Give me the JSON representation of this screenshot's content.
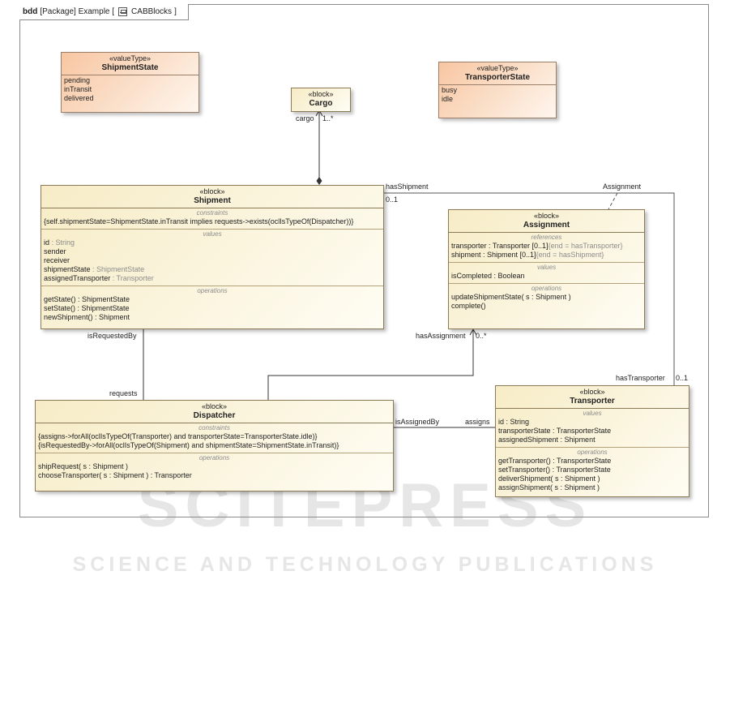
{
  "frame": {
    "keyword": "bdd",
    "text": "[Package] Example [",
    "name": "CABBlocks",
    "close": "]"
  },
  "watermark": {
    "line1": "SCITEPRESS",
    "line2": "SCIENCE AND TECHNOLOGY PUBLICATIONS"
  },
  "blocks": {
    "shipment_state": {
      "stereotype": "«valueType»",
      "name": "ShipmentState",
      "literals": [
        "pending",
        "inTransit",
        "delivered"
      ]
    },
    "transporter_state": {
      "stereotype": "«valueType»",
      "name": "TransporterState",
      "literals": [
        "busy",
        "idle"
      ]
    },
    "cargo": {
      "stereotype": "«block»",
      "name": "Cargo"
    },
    "shipment": {
      "stereotype": "«block»",
      "name": "Shipment",
      "constraints_title": "constraints",
      "constraints": [
        "{self.shipmentState=ShipmentState.inTransit implies requests->exists(oclIsTypeOf(Dispatcher))}"
      ],
      "values_title": "values",
      "values": [
        {
          "name": "id",
          "type": " : String"
        },
        {
          "name": "sender",
          "type": ""
        },
        {
          "name": "receiver",
          "type": ""
        },
        {
          "name": "shipmentState",
          "type": " : ShipmentState"
        },
        {
          "name": "assignedTransporter",
          "type": " : Transporter"
        }
      ],
      "operations_title": "operations",
      "operations": [
        "getState() : ShipmentState",
        "setState() : ShipmentState",
        "newShipment() : Shipment"
      ]
    },
    "assignment": {
      "stereotype": "«block»",
      "name": "Assignment",
      "references_title": "references",
      "references": [
        {
          "text": "transporter : Transporter [0..1]",
          "extra": "{end = hasTransporter}"
        },
        {
          "text": "shipment : Shipment [0..1]",
          "extra": "{end = hasShipment}"
        }
      ],
      "values_title": "values",
      "values": [
        "isCompleted : Boolean"
      ],
      "operations_title": "operations",
      "operations": [
        "updateShipmentState( s : Shipment )",
        "complete()"
      ]
    },
    "dispatcher": {
      "stereotype": "«block»",
      "name": "Dispatcher",
      "constraints_title": "constraints",
      "constraints": [
        "{assigns->forAll(oclIsTypeOf(Transporter) and transporterState=TransporterState.idle)}",
        "{isRequestedBy->forAll(oclIsTypeOf(Shipment) and shipmentState=ShipmentState.inTransit)}"
      ],
      "operations_title": "operations",
      "operations": [
        "shipRequest( s : Shipment )",
        "chooseTransporter( s : Shipment ) : Transporter"
      ]
    },
    "transporter": {
      "stereotype": "«block»",
      "name": "Transporter",
      "values_title": "values",
      "values": [
        "id : String",
        "transporterState : TransporterState",
        "assignedShipment : Shipment"
      ],
      "operations_title": "operations",
      "operations": [
        "getTransporter() : TransporterState",
        "setTransporter() : TransporterState",
        "deliverShipment( s : Shipment )",
        "assignShipment( s : Shipment )"
      ]
    }
  },
  "edge_labels": {
    "cargo_role": "cargo",
    "cargo_mult": "1..*",
    "has_shipment": "hasShipment",
    "has_shipment_mult": "0..1",
    "assignment_assoc": "Assignment",
    "is_requested_by": "isRequestedBy",
    "requests": "requests",
    "has_assignment": "hasAssignment",
    "has_assignment_mult": "0..*",
    "has_transporter": "hasTransporter",
    "has_transporter_mult": "0..1",
    "is_assigned_by": "isAssignedBy",
    "assigns": "assigns"
  }
}
